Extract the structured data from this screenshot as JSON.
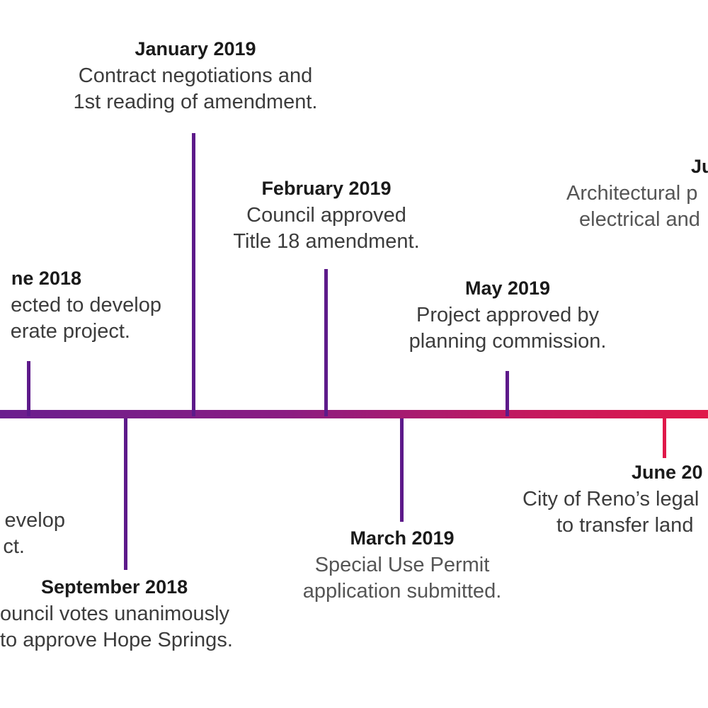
{
  "colors": {
    "axis_start": "#6a1f8e",
    "axis_end": "#e0184a",
    "tick_purple": "#5d1a8a",
    "tick_red": "#e0184a"
  },
  "events": [
    {
      "id": "june-2018",
      "date": "ne 2018",
      "lines": [
        "ected to develop",
        "erate project."
      ]
    },
    {
      "id": "partial-left",
      "date": "",
      "lines": [
        "evelop",
        "ct."
      ]
    },
    {
      "id": "september-2018",
      "date": "September 2018",
      "lines": [
        "ouncil votes unanimously",
        "to approve Hope Springs."
      ]
    },
    {
      "id": "january-2019",
      "date": "January 2019",
      "lines": [
        "Contract negotiations and",
        "1st reading of amendment."
      ]
    },
    {
      "id": "february-2019",
      "date": "February 2019",
      "lines": [
        "Council approved",
        "Title 18 amendment."
      ]
    },
    {
      "id": "march-2019",
      "date": "March 2019",
      "lines": [
        "Special Use Permit",
        "application submitted."
      ]
    },
    {
      "id": "may-2019",
      "date": "May 2019",
      "lines": [
        "Project approved by",
        "planning commission."
      ]
    },
    {
      "id": "june-2019",
      "date": "June 20",
      "lines": [
        "City of Reno’s legal",
        "to transfer land"
      ]
    },
    {
      "id": "july-2019",
      "date": "Ju",
      "lines": [
        "Architectural p",
        "electrical and"
      ]
    }
  ]
}
